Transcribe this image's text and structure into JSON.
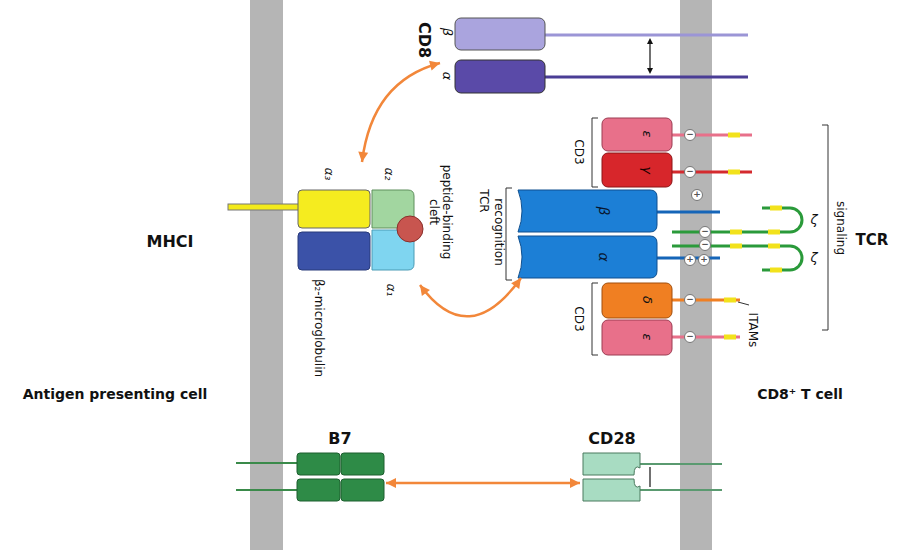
{
  "diagram": {
    "nodes": [
      {
        "text": [
          "β"
        ]
      },
      {
        "text": [
          "α"
        ]
      },
      {
        "text": [
          "α₃"
        ]
      },
      {
        "text": [
          "α₂"
        ]
      },
      {
        "text": [
          "α₁"
        ]
      },
      {
        "text": [
          "β₂-microglobulin"
        ]
      },
      {
        "text": [
          "β"
        ]
      },
      {
        "text": [
          "α"
        ]
      },
      {
        "text": [
          "ε"
        ]
      },
      {
        "text": [
          "γ"
        ]
      },
      {
        "text": [
          "δ"
        ]
      },
      {
        "text": [
          "ε"
        ]
      },
      {
        "text": [
          "B7"
        ]
      },
      {
        "text": [
          "CD28"
        ]
      }
    ],
    "edges": [
      {
        "from": 2,
        "to": 1,
        "arrow": "both"
      },
      {
        "from": 4,
        "to": 7,
        "arrow": "both"
      },
      {
        "from": 12,
        "to": 13,
        "arrow": "both"
      }
    ],
    "labels": [
      "CD8",
      "MHCI",
      "peptide-binding cleft",
      "TCR",
      "recognition",
      "CD3",
      "CD3",
      "ζ",
      "ζ",
      "ITAMs",
      "signaling",
      "TCR",
      "Antigen presenting cell",
      "CD8⁺ T cell",
      "−",
      "−",
      "+",
      "−",
      "−",
      "+",
      "+",
      "−",
      "−"
    ]
  }
}
